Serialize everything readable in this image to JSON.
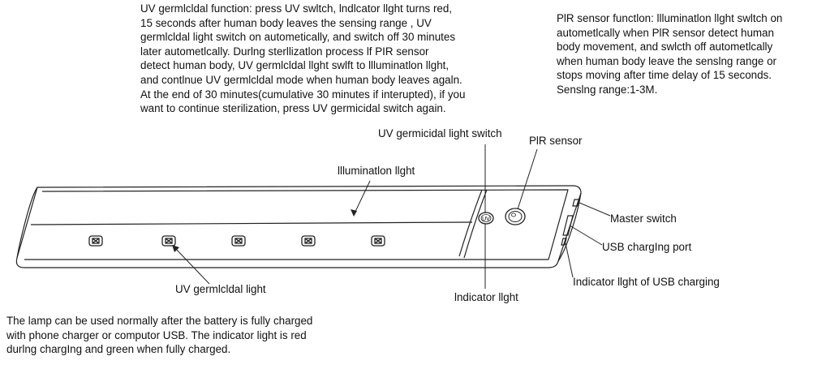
{
  "descriptions": {
    "uv_function": "UV germlcldal function:  press UV swltch, lndlcator llght turns red,\n15 seconds after human body leaves the sensing range ,  UV\ngermlcldal light switch on autometically, and switch off 30 minutes\nlater autometlcally.   Durlng sterllizatlon process lf PIR sensor\ndetect human body, UV germlcldal llght swlft to llluminatlon llght,\nand contlnue UV germlcldal mode when human body leaves agaln.\nAt the end of 30 minutes(cumulative 30 minutes if interupted), if you\nwant to continue sterilization, press UV germicidal switch again.",
    "pir_function": "PlR sensor functlon: llluminatlon llght swltch on\nautometlcally when PlR sensor detect human\nbody movement, and swlcth off autometlcally\nwhen human body leave the senslng range or\nstops moving after time delay of 15 seconds.\nSenslng range:1-3M.",
    "battery_note": "The lamp can be used normally after the battery is fully charged\nwith phone charger or computor USB.  The indicator light is red\ndurlng chargIng and green when fully charged."
  },
  "labels": {
    "illumination_light": "llluminatlon llght",
    "uv_switch": "UV germicidal light switch",
    "pir_sensor": "PlR sensor",
    "master_switch": "Master switch",
    "usb_port": "USB chargIng port",
    "usb_indicator": "Indicator llght of USB charging",
    "uv_light": "UV germlcldal light",
    "indicator_light": "lndicator llght",
    "uv_button_text": "UV"
  }
}
